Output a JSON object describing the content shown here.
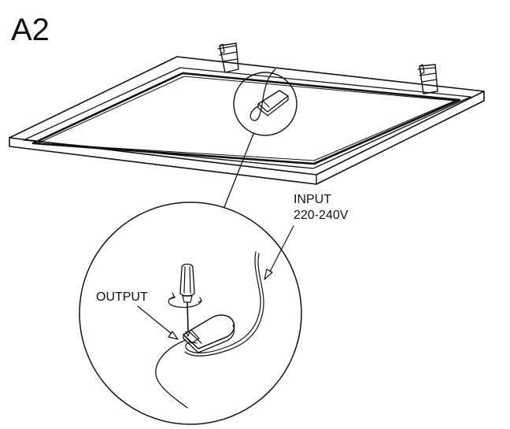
{
  "step": "A2",
  "labels": {
    "input_line1": "INPUT",
    "input_line2": "220-240V",
    "output": "OUTPUT"
  },
  "colors": {
    "line": "#111111",
    "background": "#ffffff"
  }
}
